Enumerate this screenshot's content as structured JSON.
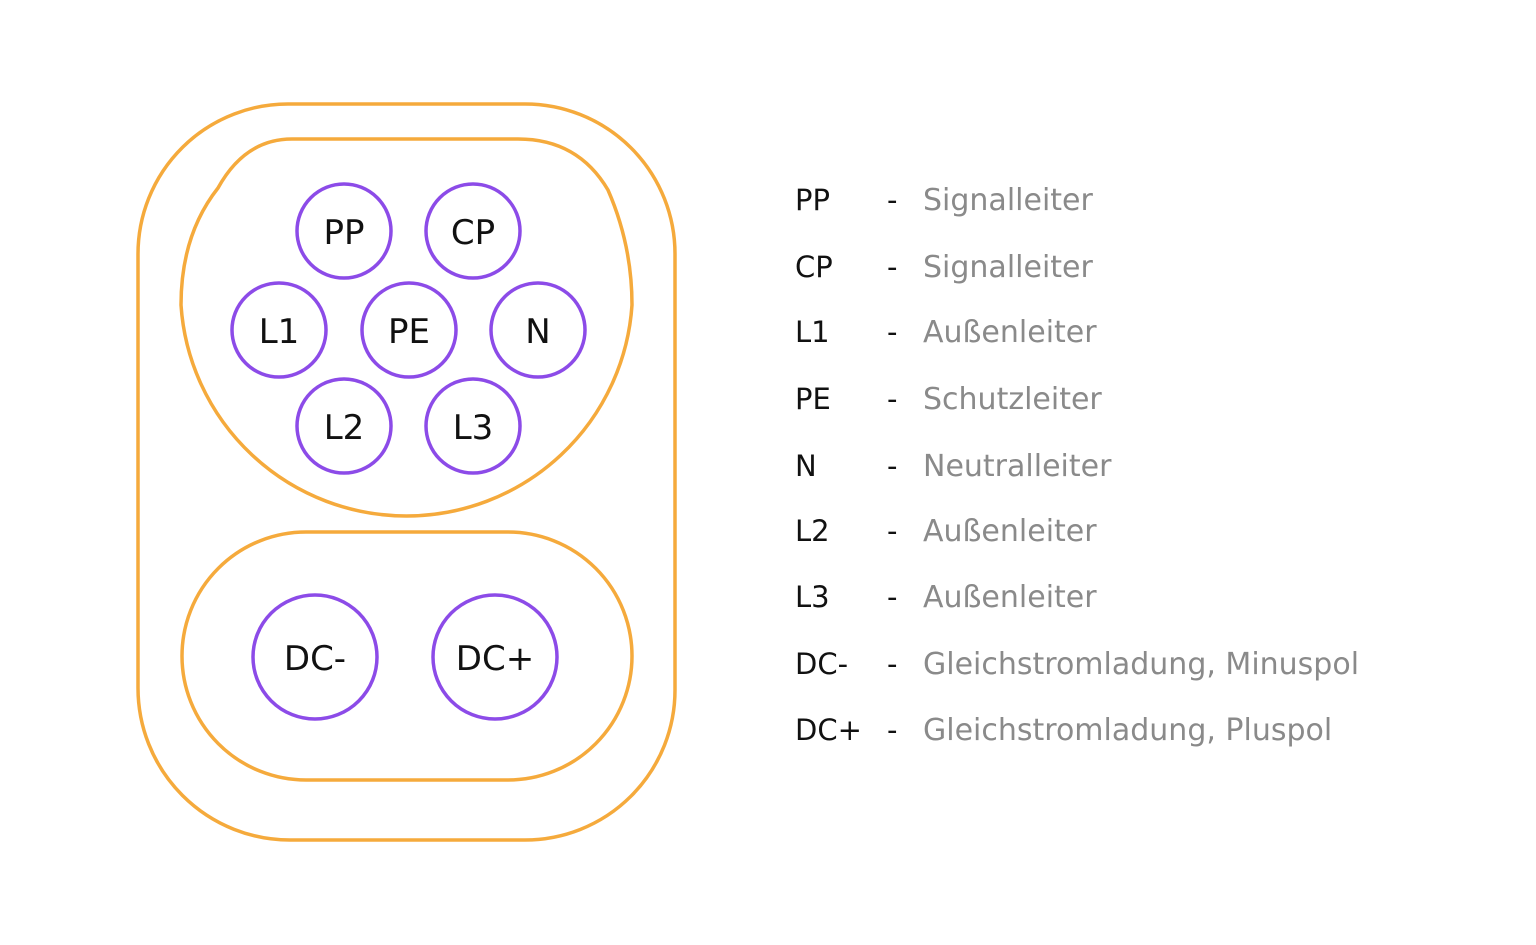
{
  "colors": {
    "housing": "#f5aa3c",
    "pin": "#8c4be8",
    "label": "#111111",
    "description": "#8a8a8a"
  },
  "pins": {
    "pp": "PP",
    "cp": "CP",
    "l1": "L1",
    "pe": "PE",
    "n": "N",
    "l2": "L2",
    "l3": "L3",
    "dc_minus": "DC-",
    "dc_plus": "DC+"
  },
  "legend": [
    {
      "code": "PP",
      "dash": "-",
      "description": "Signalleiter"
    },
    {
      "code": "CP",
      "dash": "-",
      "description": "Signalleiter"
    },
    {
      "code": "L1",
      "dash": "-",
      "description": "Außenleiter"
    },
    {
      "code": "PE",
      "dash": "-",
      "description": "Schutzleiter"
    },
    {
      "code": "N",
      "dash": "-",
      "description": "Neutralleiter"
    },
    {
      "code": "L2",
      "dash": "-",
      "description": "Außenleiter"
    },
    {
      "code": "L3",
      "dash": "-",
      "description": "Außenleiter"
    },
    {
      "code": "DC-",
      "dash": "-",
      "description": "Gleichstromladung, Minuspol"
    },
    {
      "code": "DC+",
      "dash": "-",
      "description": "Gleichstromladung, Pluspol"
    }
  ]
}
